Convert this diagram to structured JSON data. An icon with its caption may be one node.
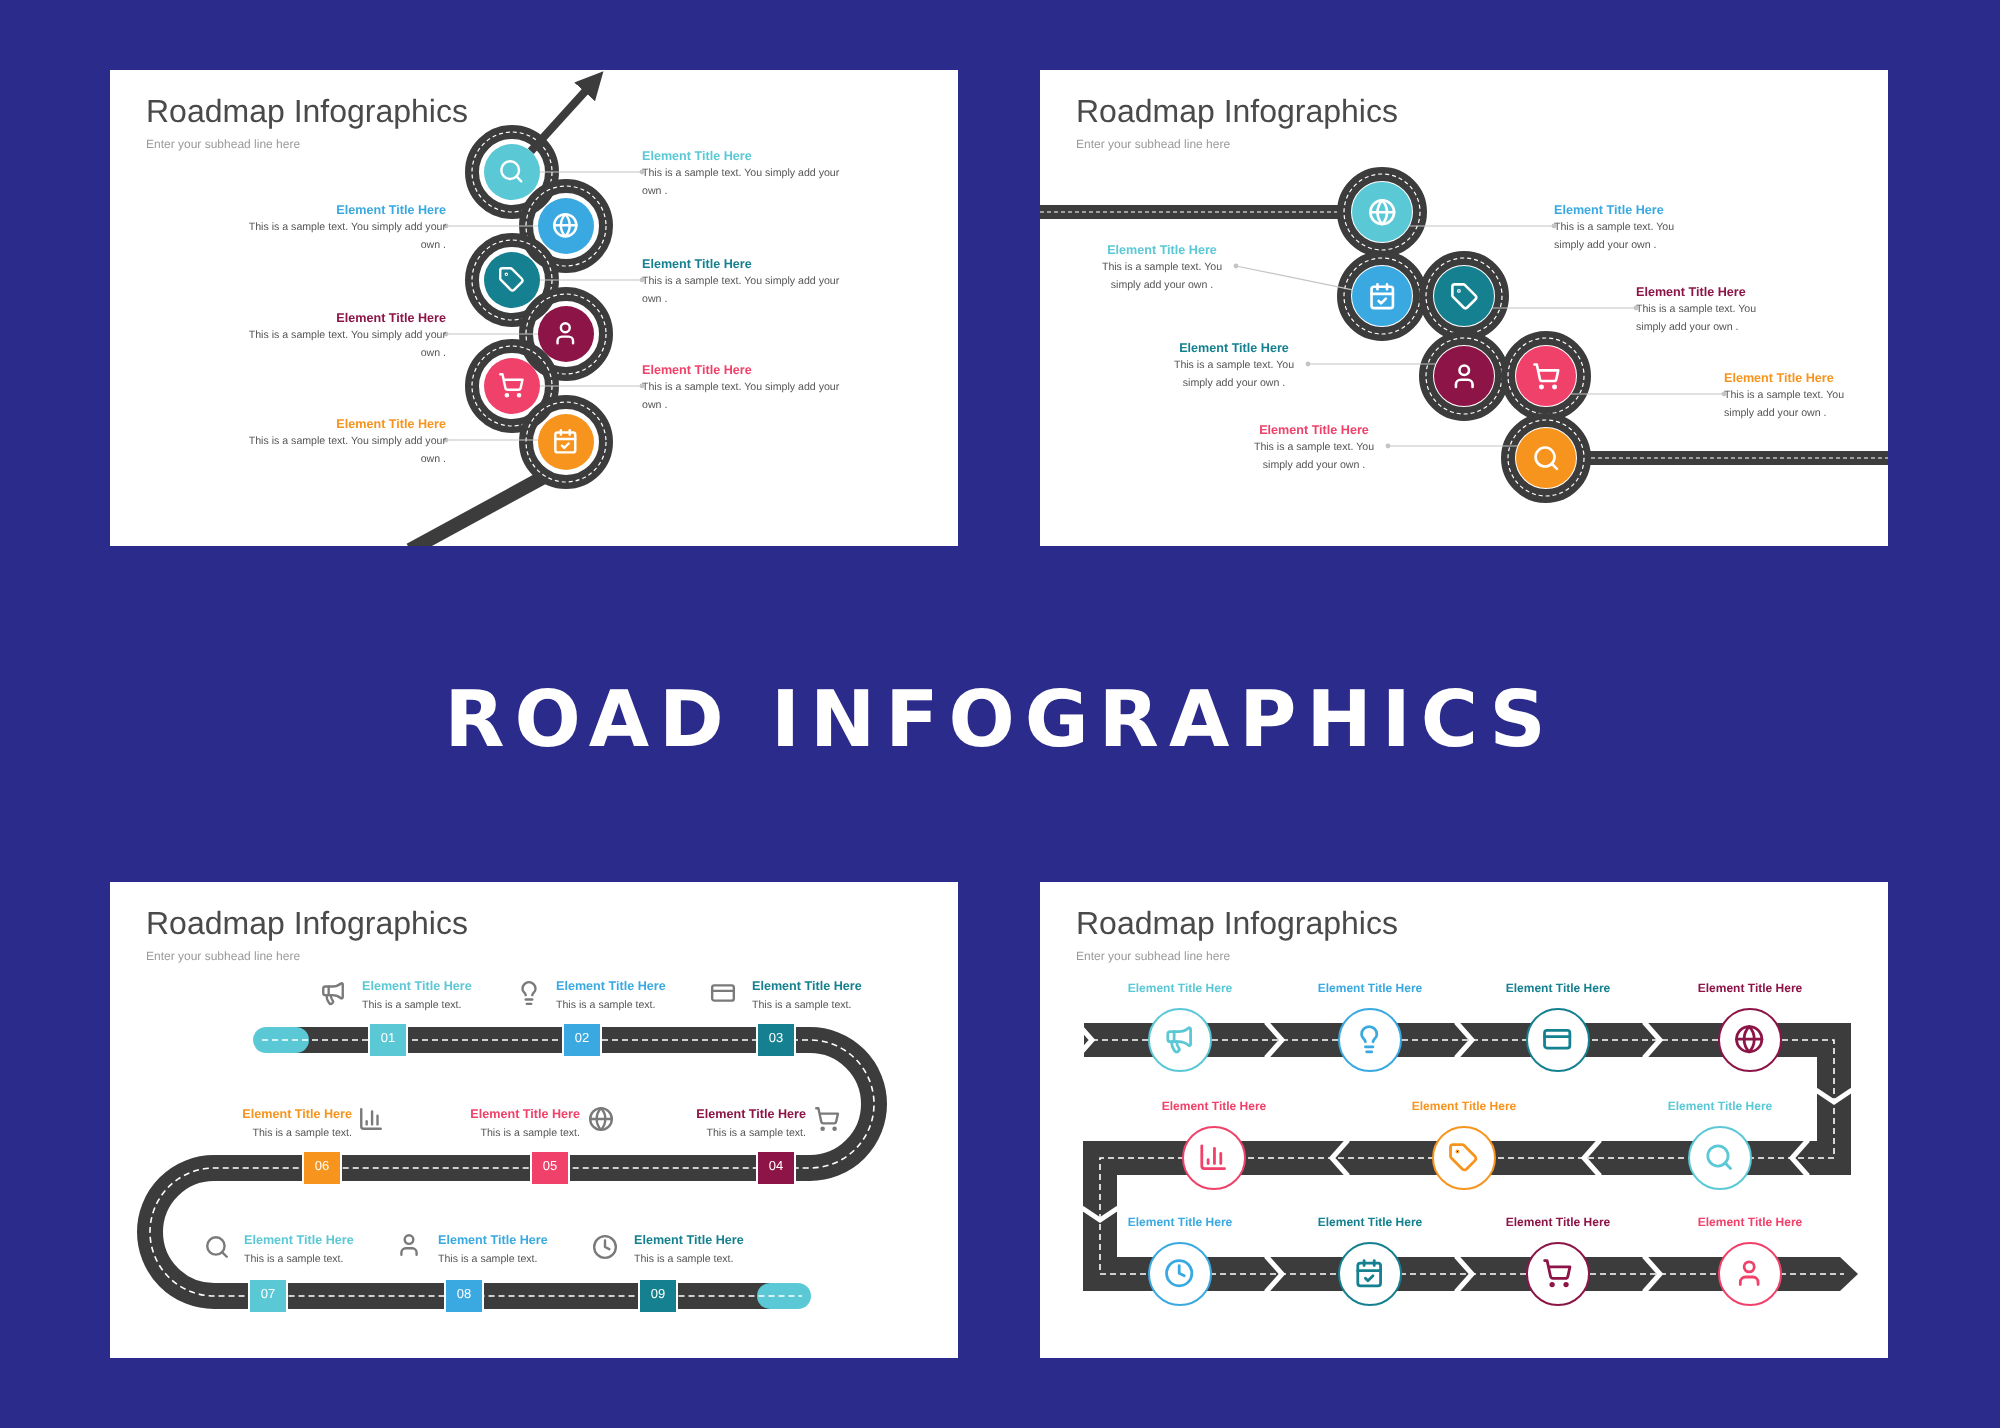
{
  "diagram": {
    "title": "ROAD INFOGRAPHICS",
    "nodes": [
      {
        "text": [
          "Roadmap Infographics",
          "Enter your subhead line here"
        ]
      },
      {
        "text": [],
        "shape": "circle",
        "in": 0
      },
      {
        "text": [],
        "shape": "circle",
        "in": 0
      },
      {
        "text": [],
        "shape": "circle",
        "in": 0
      },
      {
        "text": [],
        "shape": "circle",
        "in": 0
      },
      {
        "text": [],
        "shape": "circle",
        "in": 0
      },
      {
        "text": [],
        "shape": "circle",
        "in": 0
      },
      {
        "text": [
          "Element Title Here",
          "This is a sample text. You simply add your own ."
        ],
        "in": 0
      },
      {
        "text": [
          "Element Title Here",
          "This is a sample text. You simply add your own ."
        ],
        "in": 0
      },
      {
        "text": [
          "Element Title Here",
          "This is a sample text. You simply add your own ."
        ],
        "in": 0
      },
      {
        "text": [
          "Element Title Here",
          "This is a sample text. You simply add your own ."
        ],
        "in": 0
      },
      {
        "text": [
          "Element Title Here",
          "This is a sample text. You simply add your own ."
        ],
        "in": 0
      },
      {
        "text": [
          "Element Title Here",
          "This is a sample text. You simply add your own ."
        ],
        "in": 0
      },
      {
        "text": [
          "Roadmap Infographics",
          "Enter your subhead line here"
        ]
      },
      {
        "text": [],
        "shape": "circle",
        "in": 13
      },
      {
        "text": [],
        "shape": "circle",
        "in": 13
      },
      {
        "text": [],
        "shape": "circle",
        "in": 13
      },
      {
        "text": [],
        "shape": "circle",
        "in": 13
      },
      {
        "text": [],
        "shape": "circle",
        "in": 13
      },
      {
        "text": [],
        "shape": "circle",
        "in": 13
      },
      {
        "text": [
          "Element Title Here",
          "This is a sample text. You simply add your own ."
        ],
        "in": 13
      },
      {
        "text": [
          "Element Title Here",
          "This is a sample text. You simply add your own ."
        ],
        "in": 13
      },
      {
        "text": [
          "Element Title Here",
          "This is a sample text. You simply add your own ."
        ],
        "in": 13
      },
      {
        "text": [
          "Element Title Here",
          "This is a sample text. You simply add your own ."
        ],
        "in": 13
      },
      {
        "text": [
          "Element Title Here",
          "This is a sample text. You simply add your own ."
        ],
        "in": 13
      },
      {
        "text": [
          "Element Title Here",
          "This is a sample text. You simply add your own ."
        ],
        "in": 13
      },
      {
        "text": [
          "Roadmap Infographics",
          "Enter your subhead line here"
        ]
      },
      {
        "text": [
          "01"
        ],
        "in": 26,
        "beside": [
          "Element Title Here",
          "This is a sample text."
        ]
      },
      {
        "text": [
          "02"
        ],
        "in": 26,
        "beside": [
          "Element Title Here",
          "This is a sample text."
        ]
      },
      {
        "text": [
          "03"
        ],
        "in": 26,
        "beside": [
          "Element Title Here",
          "This is a sample text."
        ]
      },
      {
        "text": [
          "04"
        ],
        "in": 26,
        "beside": [
          "Element Title Here",
          "This is a sample text."
        ]
      },
      {
        "text": [
          "05"
        ],
        "in": 26,
        "beside": [
          "Element Title Here",
          "This is a sample text."
        ]
      },
      {
        "text": [
          "06"
        ],
        "in": 26,
        "beside": [
          "Element Title Here",
          "This is a sample text."
        ]
      },
      {
        "text": [
          "07"
        ],
        "in": 26,
        "beside": [
          "Element Title Here",
          "This is a sample text."
        ]
      },
      {
        "text": [
          "08"
        ],
        "in": 26,
        "beside": [
          "Element Title Here",
          "This is a sample text."
        ]
      },
      {
        "text": [
          "09"
        ],
        "in": 26,
        "beside": [
          "Element Title Here",
          "This is a sample text."
        ]
      },
      {
        "text": [
          "Roadmap Infographics",
          "Enter your subhead line here"
        ]
      },
      {
        "text": [],
        "shape": "circle",
        "in": 36,
        "beside": [
          "Element Title Here"
        ]
      },
      {
        "text": [],
        "shape": "circle",
        "in": 36,
        "beside": [
          "Element Title Here"
        ]
      },
      {
        "text": [],
        "shape": "circle",
        "in": 36,
        "beside": [
          "Element Title Here"
        ]
      },
      {
        "text": [],
        "shape": "circle",
        "in": 36,
        "beside": [
          "Element Title Here"
        ]
      },
      {
        "text": [],
        "shape": "circle",
        "in": 36,
        "beside": [
          "Element Title Here"
        ]
      },
      {
        "text": [],
        "shape": "circle",
        "in": 36,
        "beside": [
          "Element Title Here"
        ]
      },
      {
        "text": [],
        "shape": "circle",
        "in": 36,
        "beside": [
          "Element Title Here"
        ]
      },
      {
        "text": [],
        "shape": "circle",
        "in": 36,
        "beside": [
          "Element Title Here"
        ]
      },
      {
        "text": [],
        "shape": "circle",
        "in": 36,
        "beside": [
          "Element Title Here"
        ]
      },
      {
        "text": [],
        "shape": "circle",
        "in": 36,
        "beside": [
          "Element Title Here"
        ]
      },
      {
        "text": [],
        "shape": "circle",
        "in": 36,
        "beside": [
          "Element Title Here"
        ]
      }
    ],
    "edges": [
      {
        "from": 7,
        "to": 1,
        "arrow": "other"
      },
      {
        "from": 8,
        "to": 2,
        "arrow": "other"
      },
      {
        "from": 9,
        "to": 3,
        "arrow": "other"
      },
      {
        "from": 10,
        "to": 4,
        "arrow": "other"
      },
      {
        "from": 11,
        "to": 5,
        "arrow": "other"
      },
      {
        "from": 12,
        "to": 6,
        "arrow": "other"
      },
      {
        "from": 20,
        "to": 14,
        "arrow": "other"
      },
      {
        "from": 21,
        "to": 15,
        "arrow": "other"
      },
      {
        "from": 22,
        "to": 16,
        "arrow": "other"
      },
      {
        "from": 23,
        "to": 17,
        "arrow": "other"
      },
      {
        "from": 24,
        "to": 18,
        "arrow": "other"
      },
      {
        "from": 25,
        "to": 19,
        "arrow": "other"
      },
      {
        "from": 1,
        "to": null,
        "arrow": "to",
        "style": "thick",
        "color": "#3c3c3c"
      }
    ]
  }
}
